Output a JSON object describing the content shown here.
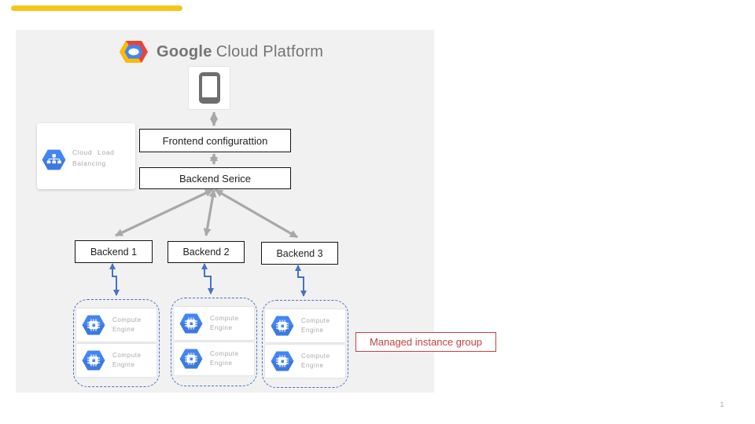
{
  "page": {
    "number": "1"
  },
  "logo": {
    "brand": "Google",
    "suffix": "Cloud Platform"
  },
  "diagram": {
    "frontend_label": "Frontend configurattion",
    "backend_service_label": "Backend Serice",
    "load_balancing": {
      "line1": "Cloud Load",
      "line2": "Balancing"
    },
    "backends": [
      "Backend 1",
      "Backend 2",
      "Backend 3"
    ],
    "compute_engine": {
      "line1": "Compute",
      "line2": "Engine"
    },
    "managed_instance_group": "Managed instance group"
  },
  "colors": {
    "accent_bar_yellow": "#F5C51C",
    "product_hexagon_blue": "#4285F4",
    "connector_blue": "#4472C4",
    "connector_gray": "#A8A8A8",
    "annotation_red": "#C84040",
    "logo_text_gray": "#747474",
    "panel_background": "#F1F1F2"
  }
}
